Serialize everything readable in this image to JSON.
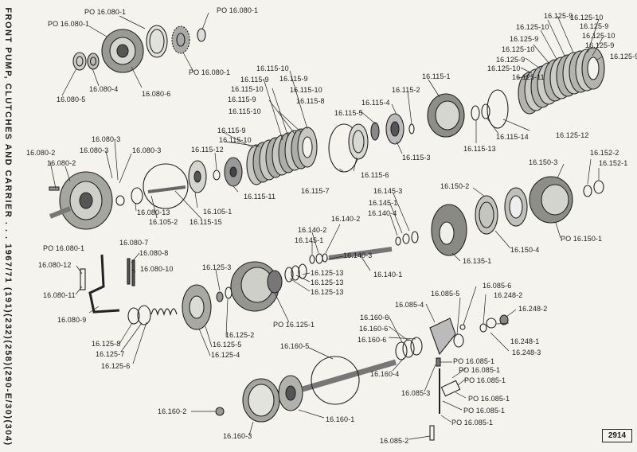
{
  "sidebar_title": "FRONT PUMP, CLUTCHES AND CARRIER . . . 1967/71 (191)(232)(258)(290-E/30)(304)",
  "plate_number": "2914",
  "colors": {
    "paper": "#f4f3ee",
    "ink": "#1e1e1e"
  },
  "labels": [
    {
      "id": "l1",
      "text": "PO 16.080-1"
    },
    {
      "id": "l2",
      "text": "PO 16.080-1"
    },
    {
      "id": "l3",
      "text": "PO 16.080-1"
    },
    {
      "id": "l4",
      "text": "PO 16.080-1"
    },
    {
      "id": "l5",
      "text": "16.080-5"
    },
    {
      "id": "l6",
      "text": "16.080-4"
    },
    {
      "id": "l7",
      "text": "16.080-6"
    },
    {
      "id": "l8",
      "text": "16.115-10"
    },
    {
      "id": "l9",
      "text": "16.115-9"
    },
    {
      "id": "l10",
      "text": "16.115-10"
    },
    {
      "id": "l11",
      "text": "16.115-9"
    },
    {
      "id": "l12",
      "text": "16.115-10"
    },
    {
      "id": "l13",
      "text": "16.115-9"
    },
    {
      "id": "l14",
      "text": "16.115-10"
    },
    {
      "id": "l15",
      "text": "16.115-8"
    },
    {
      "id": "l16",
      "text": "16.115-9"
    },
    {
      "id": "l17",
      "text": "16.115-10"
    },
    {
      "id": "l18",
      "text": "16.115-4"
    },
    {
      "id": "l19",
      "text": "16.115-2"
    },
    {
      "id": "l20",
      "text": "16.115-1"
    },
    {
      "id": "l21",
      "text": "16.115-5"
    },
    {
      "id": "l22",
      "text": "16.115-3"
    },
    {
      "id": "l23",
      "text": "16.115-6"
    },
    {
      "id": "l24",
      "text": "16.115-7"
    },
    {
      "id": "l25",
      "text": "16.115-11"
    },
    {
      "id": "l26",
      "text": "16.115-12"
    },
    {
      "id": "l27",
      "text": "16.115-13"
    },
    {
      "id": "l28",
      "text": "16.115-14"
    },
    {
      "id": "l29",
      "text": "16.115-15"
    },
    {
      "id": "l30",
      "text": "16.125-9"
    },
    {
      "id": "l31",
      "text": "16.125-10"
    },
    {
      "id": "l32",
      "text": "16.125-9"
    },
    {
      "id": "l33",
      "text": "16.125-10"
    },
    {
      "id": "l34",
      "text": "16.125-9"
    },
    {
      "id": "l35",
      "text": "16.125-10"
    },
    {
      "id": "l36",
      "text": "16.125-9"
    },
    {
      "id": "l37",
      "text": "16.125-10"
    },
    {
      "id": "l38",
      "text": "16.125-9"
    },
    {
      "id": "l39",
      "text": "16.125-10"
    },
    {
      "id": "l40",
      "text": "16.125-11"
    },
    {
      "id": "l41",
      "text": "16.125-9"
    },
    {
      "id": "l42",
      "text": "16.125-12"
    },
    {
      "id": "l43",
      "text": "16.080-2"
    },
    {
      "id": "l44",
      "text": "16.080-2"
    },
    {
      "id": "l45",
      "text": "16.080-3"
    },
    {
      "id": "l46",
      "text": "16.080-3"
    },
    {
      "id": "l47",
      "text": "16.080-3"
    },
    {
      "id": "l48",
      "text": "16.080-13"
    },
    {
      "id": "l49",
      "text": "16.105-2"
    },
    {
      "id": "l50",
      "text": "16.105-1"
    },
    {
      "id": "l51",
      "text": "16.080-7"
    },
    {
      "id": "l52",
      "text": "PO 16.080-1"
    },
    {
      "id": "l53",
      "text": "16.150-3"
    },
    {
      "id": "l54",
      "text": "16.152-2"
    },
    {
      "id": "l55",
      "text": "16.152-1"
    },
    {
      "id": "l56",
      "text": "16.150-2"
    },
    {
      "id": "l57",
      "text": "16.150-4"
    },
    {
      "id": "l58",
      "text": "PO 16.150-1"
    },
    {
      "id": "l59",
      "text": "16.145-3"
    },
    {
      "id": "l60",
      "text": "16.145-1"
    },
    {
      "id": "l61",
      "text": "16.140-4"
    },
    {
      "id": "l62",
      "text": "16.140-2"
    },
    {
      "id": "l63",
      "text": "16.140-2"
    },
    {
      "id": "l64",
      "text": "16.145-1"
    },
    {
      "id": "l65",
      "text": "16.140-3"
    },
    {
      "id": "l66",
      "text": "16.140-1"
    },
    {
      "id": "l67",
      "text": "16.135-1"
    },
    {
      "id": "l68",
      "text": "16.080-8"
    },
    {
      "id": "l69",
      "text": "16.080-10"
    },
    {
      "id": "l70",
      "text": "16.080-12"
    },
    {
      "id": "l71",
      "text": "16.080-11"
    },
    {
      "id": "l72",
      "text": "16.080-9"
    },
    {
      "id": "l73",
      "text": "16.125-3"
    },
    {
      "id": "l74",
      "text": "16.125-13"
    },
    {
      "id": "l75",
      "text": "16.125-13"
    },
    {
      "id": "l76",
      "text": "16.125-13"
    },
    {
      "id": "l77",
      "text": "PO 16.125-1"
    },
    {
      "id": "l78",
      "text": "16.125-2"
    },
    {
      "id": "l79",
      "text": "16.125-5"
    },
    {
      "id": "l80",
      "text": "16.125-4"
    },
    {
      "id": "l81",
      "text": "16.125-8"
    },
    {
      "id": "l82",
      "text": "16.125-7"
    },
    {
      "id": "l83",
      "text": "16.125-6"
    },
    {
      "id": "l84",
      "text": "16.085-6"
    },
    {
      "id": "l85",
      "text": "16.248-2"
    },
    {
      "id": "l86",
      "text": "16.248-2"
    },
    {
      "id": "l87",
      "text": "16.085-5"
    },
    {
      "id": "l88",
      "text": "16.085-4"
    },
    {
      "id": "l89",
      "text": "16.248-1"
    },
    {
      "id": "l90",
      "text": "16.248-3"
    },
    {
      "id": "l91",
      "text": "16.160-6"
    },
    {
      "id": "l92",
      "text": "16.160-6"
    },
    {
      "id": "l93",
      "text": "16.160-6"
    },
    {
      "id": "l94",
      "text": "16.160-5"
    },
    {
      "id": "l95",
      "text": "16.160-4"
    },
    {
      "id": "l96",
      "text": "16.085-3"
    },
    {
      "id": "l97",
      "text": "PO 16.085-1"
    },
    {
      "id": "l98",
      "text": "PO 16.085-1"
    },
    {
      "id": "l99",
      "text": "PO 16.085-1"
    },
    {
      "id": "l100",
      "text": "PO 16.085-1"
    },
    {
      "id": "l101",
      "text": "PO 16.085-1"
    },
    {
      "id": "l102",
      "text": "PO 16.085-1"
    },
    {
      "id": "l103",
      "text": "16.160-2"
    },
    {
      "id": "l104",
      "text": "16.160-3"
    },
    {
      "id": "l105",
      "text": "16.160-1"
    },
    {
      "id": "l106",
      "text": "16.085-2"
    }
  ]
}
